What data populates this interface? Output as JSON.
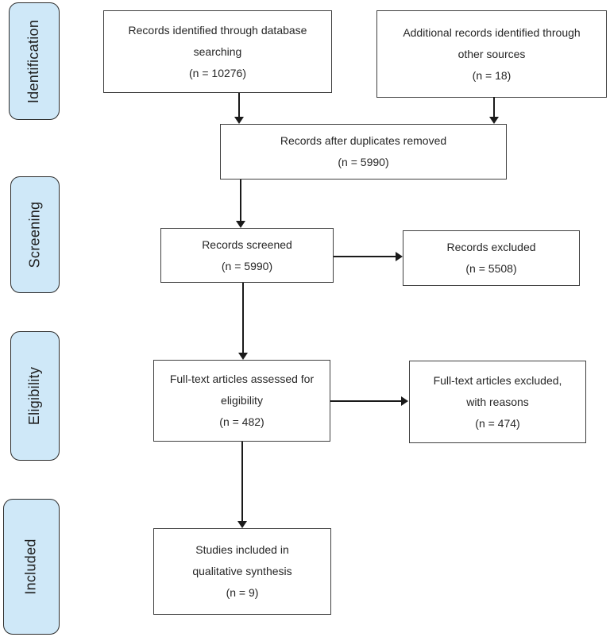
{
  "stages": [
    {
      "label": "Identification"
    },
    {
      "label": "Screening"
    },
    {
      "label": "Eligibility"
    },
    {
      "label": "Included"
    }
  ],
  "boxes": {
    "records_identified": {
      "lines": [
        "Records identified through database",
        "searching",
        "(n = 10276)"
      ]
    },
    "additional_records": {
      "lines": [
        "Additional records identified through",
        "other sources",
        "(n = 18)"
      ]
    },
    "after_duplicates": {
      "lines": [
        "Records after duplicates removed",
        "(n = 5990)"
      ]
    },
    "records_screened": {
      "lines": [
        "Records screened",
        "(n = 5990)"
      ]
    },
    "records_excluded": {
      "lines": [
        "Records excluded",
        "(n = 5508)"
      ]
    },
    "fulltext_assessed": {
      "lines": [
        "Full-text articles assessed for",
        "eligibility",
        "(n = 482)"
      ]
    },
    "fulltext_excluded": {
      "lines": [
        "Full-text articles excluded,",
        "with reasons",
        "(n = 474)"
      ]
    },
    "studies_included": {
      "lines": [
        "Studies included in",
        "qualitative synthesis",
        "(n = 9)"
      ]
    }
  },
  "colors": {
    "stage_fill": "#cfe8f8",
    "stage_border": "#2b2b2b",
    "box_border": "#3f3f3f",
    "text": "#262626",
    "arrow": "#1a1a1a"
  }
}
